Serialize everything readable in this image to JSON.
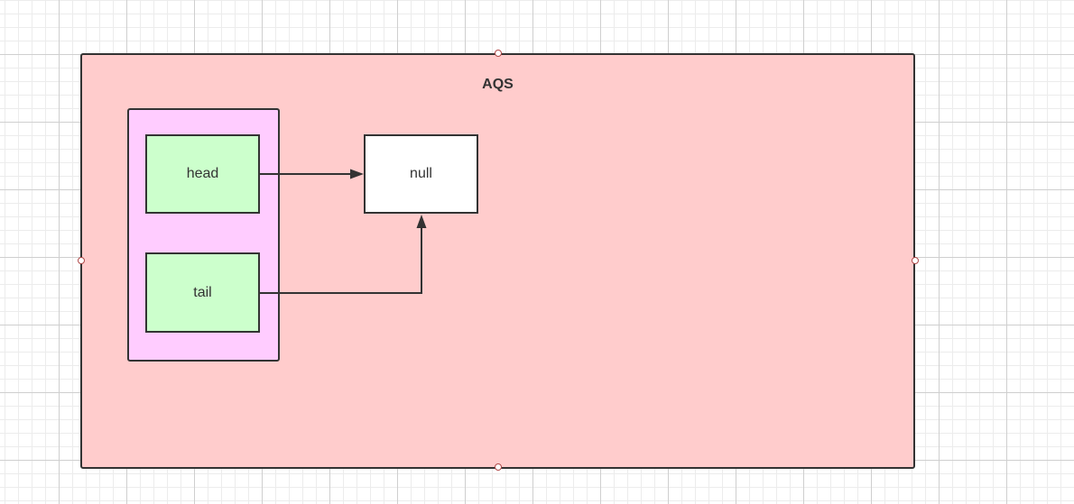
{
  "diagram": {
    "container": {
      "label": "AQS",
      "fill": "#ffcccc",
      "stroke": "#333333"
    },
    "group": {
      "fill": "#ffccff"
    },
    "nodes": [
      {
        "id": "head",
        "label": "head",
        "fill": "#ccffcc"
      },
      {
        "id": "tail",
        "label": "tail",
        "fill": "#ccffcc"
      },
      {
        "id": "null",
        "label": "null",
        "fill": "#ffffff"
      }
    ],
    "edges": [
      {
        "from": "head",
        "to": "null"
      },
      {
        "from": "tail",
        "to": "null"
      }
    ]
  }
}
